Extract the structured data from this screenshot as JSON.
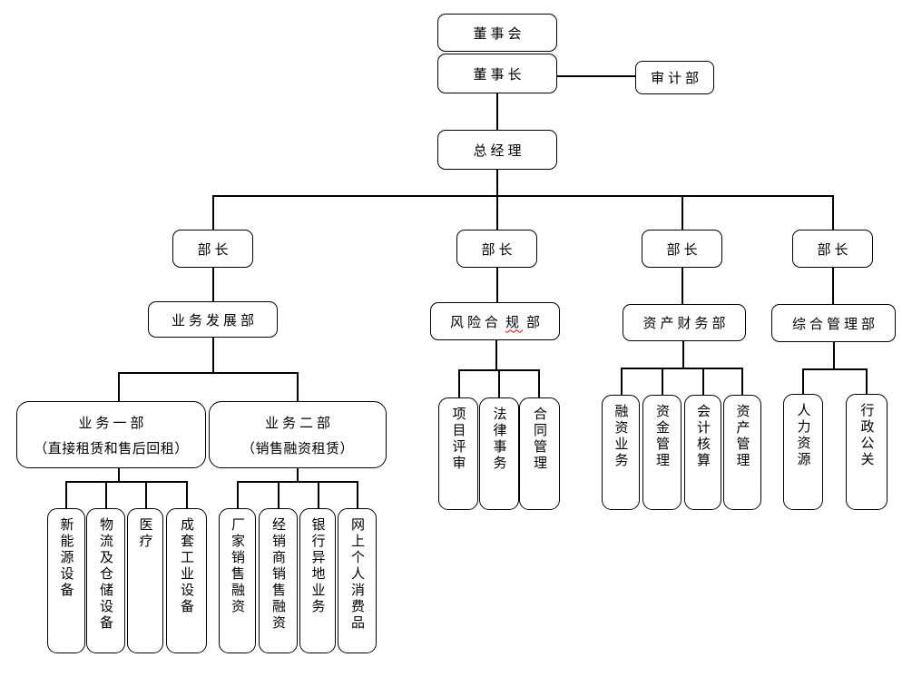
{
  "colors": {
    "background": "#ffffff",
    "box_fill": "#ffffff",
    "box_border": "#000000",
    "line": "#000000",
    "text": "#000000",
    "spellcheck_underline": "#ff0000"
  },
  "nodes": {
    "board": {
      "label": "董事会"
    },
    "chairman": {
      "label": "董事长"
    },
    "audit": {
      "label": "审计部"
    },
    "general_manager": {
      "label": "总经理"
    },
    "minister": {
      "label": "部长"
    },
    "business_dev": {
      "label": "业务发展部"
    },
    "risk_compliance": {
      "label": "风险合规部",
      "prefix": "风险合",
      "wavy": "规",
      "suffix": "部"
    },
    "asset_finance": {
      "label": "资产财务部"
    },
    "general_admin": {
      "label": "综合管理部"
    },
    "biz_unit_1": {
      "title": "业务一部",
      "subtitle": "（直接租赁和售后回租）"
    },
    "biz_unit_2": {
      "title": "业务二部",
      "subtitle": "（销售融资租赁）"
    },
    "new_energy": {
      "label": "新能源设备"
    },
    "logistics_storage": {
      "label": "物流及仓储设备"
    },
    "medical": {
      "label": "医疗"
    },
    "industrial_sets": {
      "label": "成套工业设备"
    },
    "factory_sales_financing": {
      "label": "厂家销售融资"
    },
    "dealer_sales_financing": {
      "label": "经销商销售融资"
    },
    "bank_remote_business": {
      "label": "银行异地业务"
    },
    "online_consumer_goods": {
      "label": "网上个人消费品"
    },
    "project_review": {
      "label": "项目评审"
    },
    "legal_affairs": {
      "label": "法律事务"
    },
    "contract_mgmt": {
      "label": "合同管理"
    },
    "financing_business": {
      "label": "融资业务"
    },
    "fund_mgmt": {
      "label": "资金管理"
    },
    "accounting": {
      "label": "会计核算"
    },
    "asset_mgmt": {
      "label": "资产管理"
    },
    "human_resources": {
      "label": "人力资源"
    },
    "admin_pr": {
      "label": "行政公关"
    }
  }
}
